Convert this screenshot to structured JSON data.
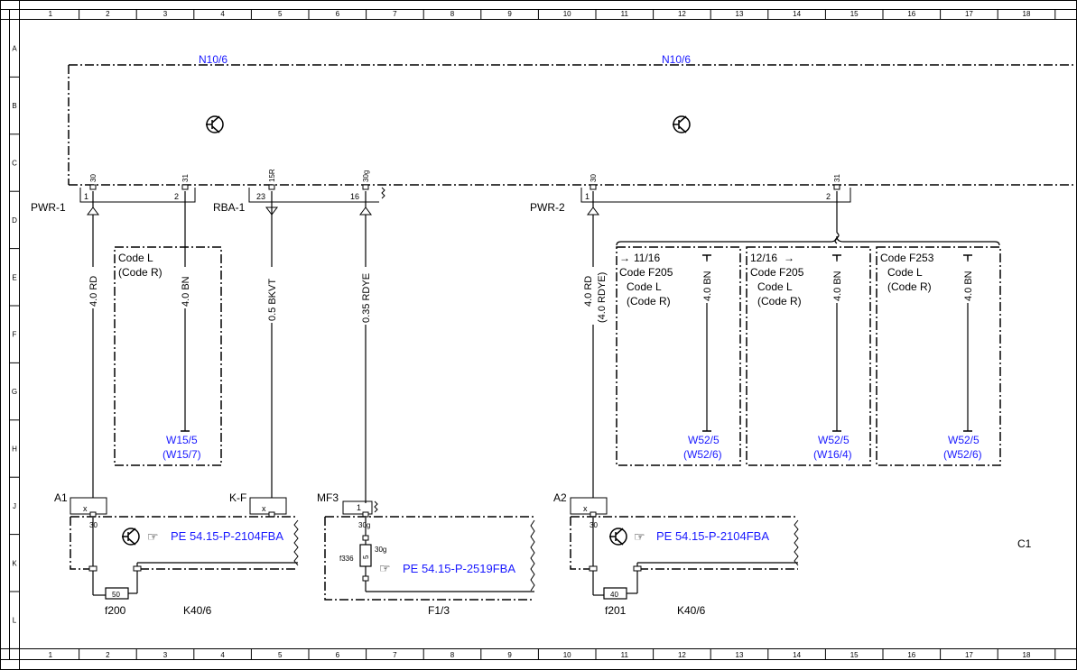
{
  "frame": {
    "columns": [
      "1",
      "2",
      "3",
      "4",
      "5",
      "6",
      "7",
      "8",
      "9",
      "10",
      "11",
      "12",
      "13",
      "14",
      "15",
      "16",
      "17",
      "18"
    ],
    "rows": [
      "A",
      "B",
      "C",
      "D",
      "E",
      "F",
      "G",
      "H",
      "J",
      "K",
      "L"
    ]
  },
  "module": {
    "label_left": "N10/6",
    "label_right": "N10/6"
  },
  "connectors": {
    "pwr1": {
      "name": "PWR-1",
      "pin_a": "1",
      "pin_b": "2",
      "term_a": "30",
      "term_b": "31"
    },
    "rba1": {
      "name": "RBA-1",
      "pin_a": "23",
      "pin_b": "16",
      "term_a": "15R",
      "term_b": "30g"
    },
    "pwr2": {
      "name": "PWR-2",
      "pin_a": "1",
      "pin_b": "2",
      "term_a": "30",
      "term_b": "31"
    }
  },
  "wires": {
    "w1": "4.0 RD",
    "w2": "4.0 BN",
    "w3": "0.5 BKVT",
    "w4": "0.35 RDYE",
    "w5": "4.0 RD",
    "w5b": "(4.0 RDYE)",
    "w6": "4.0 BN",
    "w7": "4.0 BN",
    "w8": "4.0 BN"
  },
  "codes": {
    "box1": {
      "line1": "Code L",
      "line2": "(Code R)"
    },
    "box2": {
      "ref": "11/16",
      "line1": "Code F205",
      "line2": "Code L",
      "line3": "(Code R)"
    },
    "box3": {
      "ref": "12/16",
      "line1": "Code F205",
      "line2": "Code L",
      "line3": "(Code R)"
    },
    "box4": {
      "line1": "Code F253",
      "line2": "Code L",
      "line3": "(Code R)"
    }
  },
  "grounds": {
    "g1": {
      "a": "W15/5",
      "b": "(W15/7)"
    },
    "g2": {
      "a": "W52/5",
      "b": "(W52/6)"
    },
    "g3": {
      "a": "W52/5",
      "b": "(W16/4)"
    },
    "g4": {
      "a": "W52/5",
      "b": "(W52/6)"
    }
  },
  "lower": {
    "a1": "A1",
    "kf": "K-F",
    "mf3": "MF3",
    "a2": "A2",
    "x": "x",
    "x2": "x",
    "x3": "x",
    "one": "1",
    "t30a": "30",
    "t30b": "30",
    "t30g_a": "30g",
    "t30g_b": "30g",
    "ref1": "PE 54.15-P-2104FBA",
    "ref2": "PE 54.15-P-2519FBA",
    "ref3": "PE 54.15-P-2104FBA",
    "fuse1": "50",
    "fuse1_name": "f200",
    "fuse2": "40",
    "fuse2_name": "f201",
    "fuse3": "5",
    "fuse3_name": "f336",
    "relay1": "K40/6",
    "fusebox": "F1/3",
    "relay2": "K40/6",
    "c1": "C1"
  }
}
